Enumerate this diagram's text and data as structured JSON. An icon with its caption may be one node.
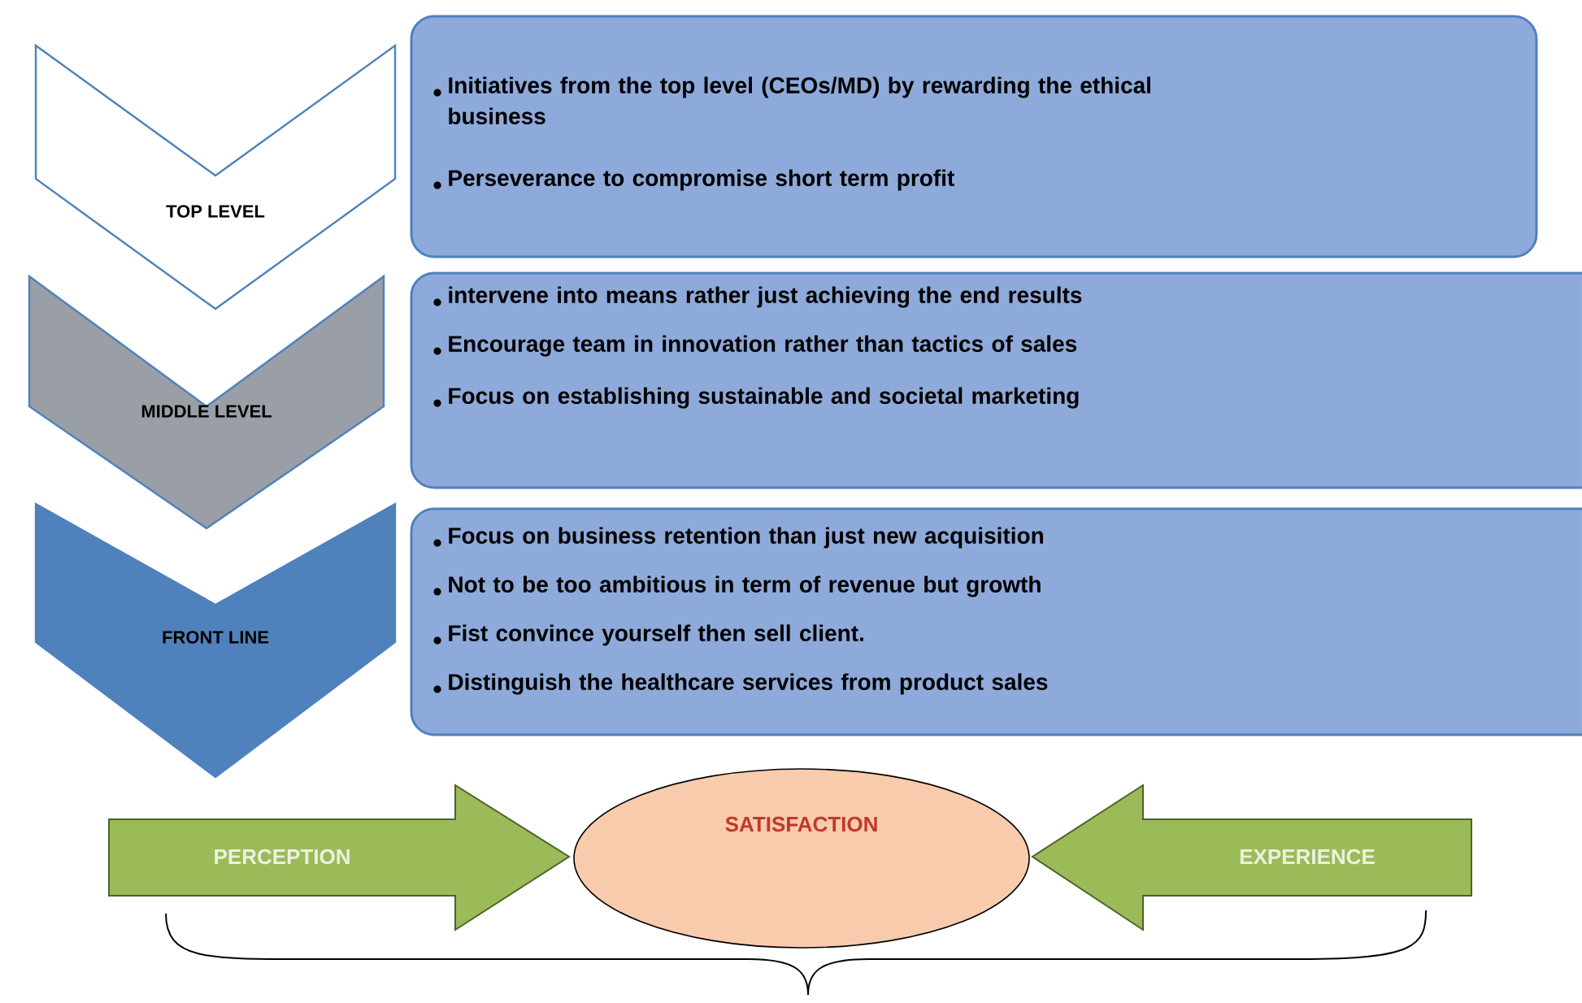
{
  "diagram": {
    "nodes": [
      {
        "text": [
          "TOP LEVEL"
        ]
      },
      {
        "text": [
          "MIDDLE LEVEL"
        ]
      },
      {
        "text": [
          "FRONT LINE"
        ]
      },
      {
        "text": [
          "Initiatives from the top level (CEOs/MD) by rewarding the ethical business",
          "Perseverance to compromise short term profit"
        ]
      },
      {
        "text": [
          "intervene into means rather just achieving the end results",
          "Encourage team in innovation rather than tactics of sales",
          "Focus on establishing sustainable and societal marketing"
        ]
      },
      {
        "text": [
          "Focus on business retention than just new acquisition",
          "Not to be too ambitious in term of revenue but growth",
          "Fist convince yourself then sell client.",
          "Distinguish the healthcare services from product sales"
        ]
      },
      {
        "text": [
          "PERCEPTION"
        ]
      },
      {
        "text": [
          "SATISFACTION"
        ]
      },
      {
        "text": [
          "EXPERIENCE"
        ]
      }
    ]
  }
}
